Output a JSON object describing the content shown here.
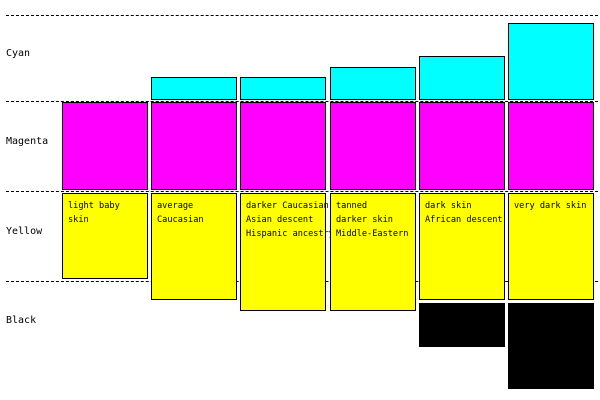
{
  "rows": [
    {
      "key": "cyan",
      "label": "Cyan"
    },
    {
      "key": "magenta",
      "label": "Magenta"
    },
    {
      "key": "yellow",
      "label": "Yellow"
    },
    {
      "key": "black",
      "label": "Black"
    }
  ],
  "colors": {
    "cyan": "#00ffff",
    "magenta": "#ff00ff",
    "yellow": "#ffff00",
    "black": "#000000"
  },
  "columns": [
    {
      "lines": [
        "light baby",
        "skin"
      ],
      "levels": {
        "cyan": 0,
        "magenta": 1.0,
        "yellow": 0.98,
        "black": 0
      }
    },
    {
      "lines": [
        "average",
        "Caucasian"
      ],
      "levels": {
        "cyan": 0.26,
        "magenta": 1.0,
        "yellow": 1.22,
        "black": 0
      }
    },
    {
      "lines": [
        "darker Caucasian",
        "Asian descent",
        "Hispanic ancestry"
      ],
      "levels": {
        "cyan": 0.26,
        "magenta": 1.0,
        "yellow": 1.34,
        "black": 0
      }
    },
    {
      "lines": [
        "tanned",
        "darker skin",
        "Middle-Eastern"
      ],
      "levels": {
        "cyan": 0.38,
        "magenta": 1.0,
        "yellow": 1.34,
        "black": 0
      }
    },
    {
      "lines": [
        "dark skin",
        "African descent"
      ],
      "levels": {
        "cyan": 0.5,
        "magenta": 1.0,
        "yellow": 1.22,
        "black": 0.5
      }
    },
    {
      "lines": [
        "very dark skin"
      ],
      "levels": {
        "cyan": 0.88,
        "magenta": 1.0,
        "yellow": 1.22,
        "black": 0.98
      }
    }
  ]
}
